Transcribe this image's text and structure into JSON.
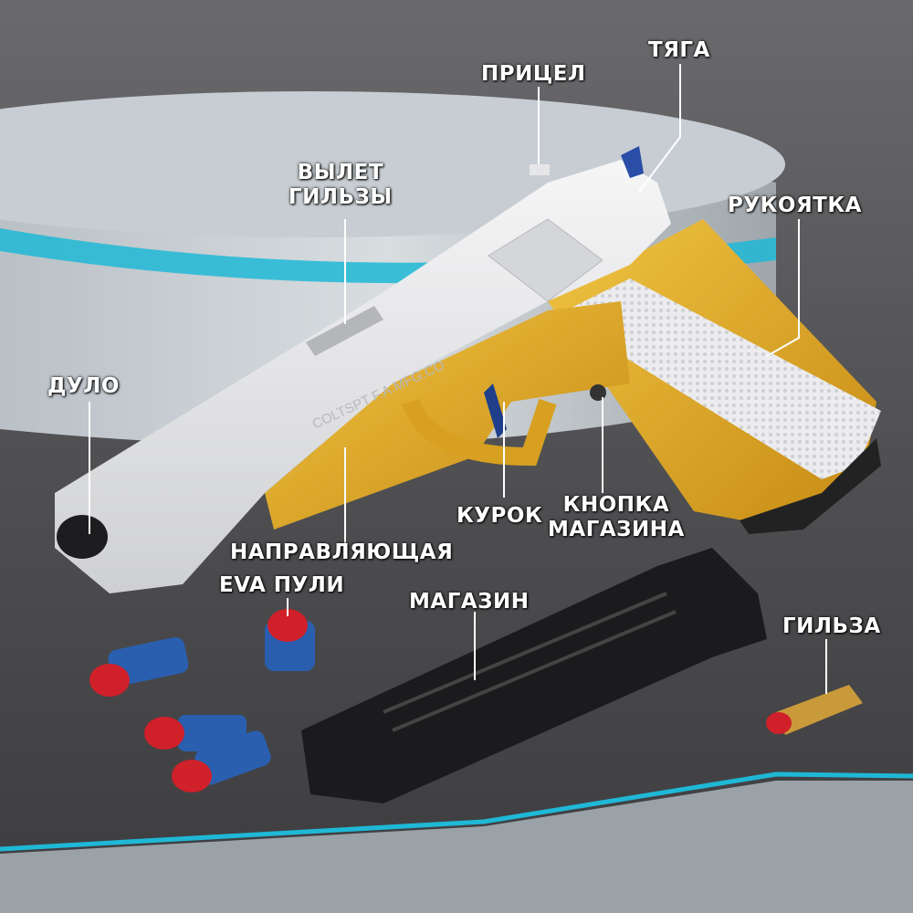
{
  "labels": {
    "sight": "ПРИЦЕЛ",
    "slide": "ТЯГА",
    "ejection_line1": "ВЫЛЕТ",
    "ejection_line2": "ГИЛЬЗЫ",
    "grip": "РУКОЯТКА",
    "muzzle": "ДУЛО",
    "trigger": "КУРОК",
    "mag_button_line1": "КНОПКА",
    "mag_button_line2": "МАГАЗИНА",
    "rail": "НАПРАВЛЯЮЩАЯ",
    "eva_bullets": "EVA ПУЛИ",
    "magazine": "МАГАЗИН",
    "shell": "ГИЛЬЗА"
  },
  "engraving": "COLTSPT F.A.MFG.CO",
  "colors": {
    "background": "#4a4a4c",
    "body_white": "#e8e8ea",
    "frame_yellow": "#d9a21e",
    "accent_cyan": "#1fb8d6",
    "bullet_blue": "#2a5fb0",
    "bullet_red": "#d0202a",
    "magazine_black": "#1a1a1c",
    "shell_gold": "#c99a3a"
  }
}
